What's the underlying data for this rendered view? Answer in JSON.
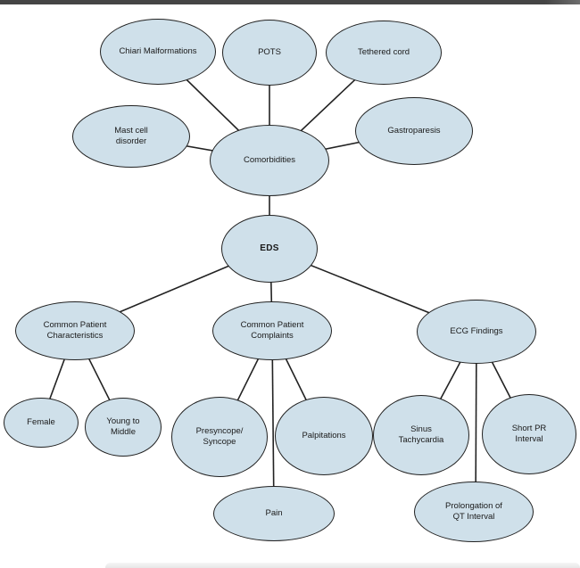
{
  "colors": {
    "node_fill": "#cfe0ea",
    "node_border": "#212121",
    "edge_line": "#222222",
    "top_bar": "#454545",
    "bottom_bar": "#ececec",
    "background": "#ffffff",
    "text": "#1a1a1a"
  },
  "nodes": {
    "chiari": {
      "label": "Chiari Malformations"
    },
    "pots": {
      "label": "POTS"
    },
    "tethered_cord": {
      "label": "Tethered cord"
    },
    "mast_cell": {
      "label": "Mast cell disorder"
    },
    "gastroparesis": {
      "label": "Gastroparesis"
    },
    "comorbidities": {
      "label": "Comorbidities"
    },
    "eds": {
      "label": "EDS"
    },
    "common_patient_characteristics": {
      "label": "Common Patient Characteristics"
    },
    "common_patient_complaints": {
      "label": "Common Patient Complaints"
    },
    "ecg_findings": {
      "label": "ECG Findings"
    },
    "female": {
      "label": "Female"
    },
    "young_to_middle": {
      "label": "Young to Middle"
    },
    "presyncope_syncope": {
      "label": "Presyncope/ Syncope"
    },
    "palpitations": {
      "label": "Palpitations"
    },
    "sinus_tachycardia": {
      "label": "Sinus Tachycardia"
    },
    "short_pr_interval": {
      "label": "Short PR Interval"
    },
    "pain": {
      "label": "Pain"
    },
    "qt_prolongation": {
      "label": "Prolongation of QT Interval"
    }
  },
  "edges": [
    {
      "from": "chiari",
      "to": "comorbidities"
    },
    {
      "from": "pots",
      "to": "comorbidities"
    },
    {
      "from": "tethered_cord",
      "to": "comorbidities"
    },
    {
      "from": "mast_cell",
      "to": "comorbidities"
    },
    {
      "from": "gastroparesis",
      "to": "comorbidities"
    },
    {
      "from": "comorbidities",
      "to": "eds"
    },
    {
      "from": "eds",
      "to": "common_patient_characteristics"
    },
    {
      "from": "eds",
      "to": "common_patient_complaints"
    },
    {
      "from": "eds",
      "to": "ecg_findings"
    },
    {
      "from": "common_patient_characteristics",
      "to": "female"
    },
    {
      "from": "common_patient_characteristics",
      "to": "young_to_middle"
    },
    {
      "from": "common_patient_complaints",
      "to": "presyncope_syncope"
    },
    {
      "from": "common_patient_complaints",
      "to": "pain"
    },
    {
      "from": "common_patient_complaints",
      "to": "palpitations"
    },
    {
      "from": "ecg_findings",
      "to": "sinus_tachycardia"
    },
    {
      "from": "ecg_findings",
      "to": "qt_prolongation"
    },
    {
      "from": "ecg_findings",
      "to": "short_pr_interval"
    }
  ]
}
